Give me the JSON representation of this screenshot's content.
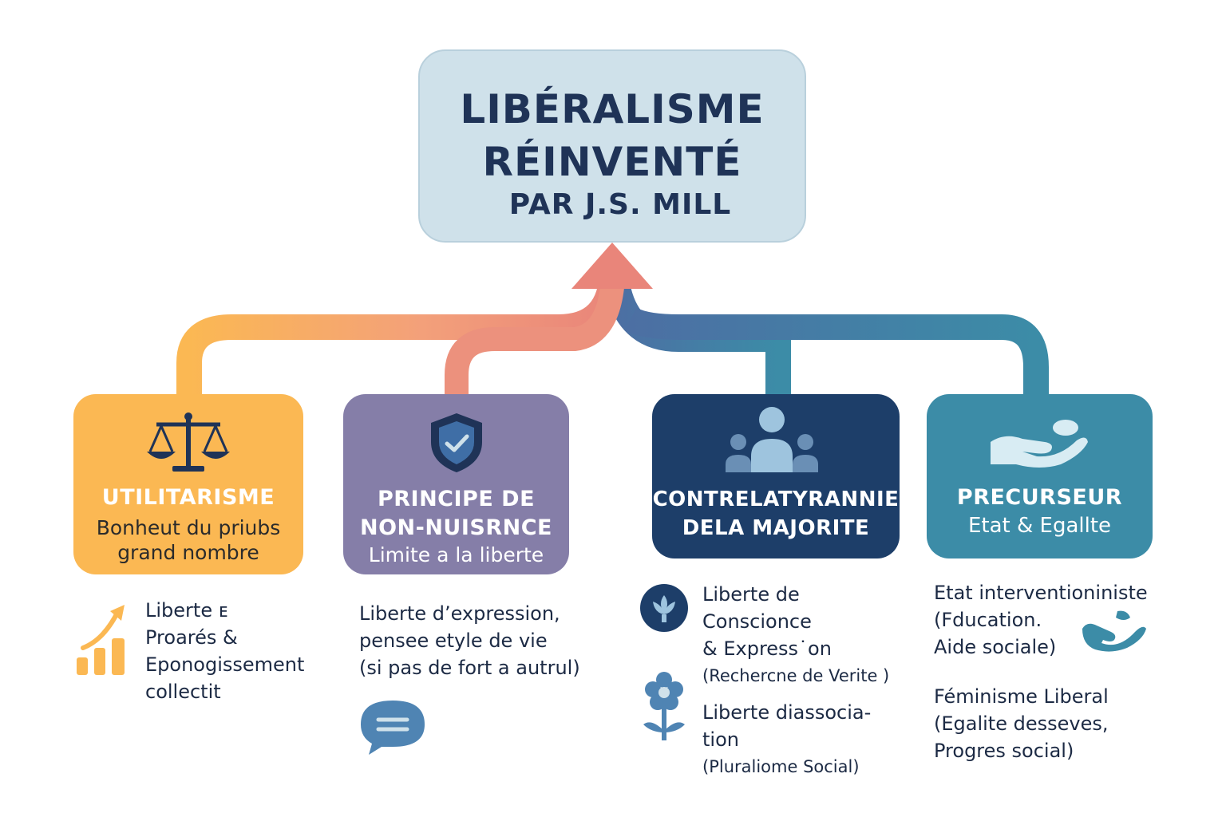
{
  "main": {
    "line1": "LIBÉRALISME",
    "line2": "RÉINVENTÉ",
    "line3": "PAR J.S. MILL"
  },
  "cards": [
    {
      "title": "UTILITARISME",
      "subtitle_1": "Bonheut du priubs",
      "subtitle_2": "grand nombre",
      "icon": "scales-icon",
      "color": "#fbb853"
    },
    {
      "title_1": "PRINCIPE DE",
      "title_2": "NON-NUISRNCE",
      "subtitle": "Limite a la liberte",
      "icon": "shield-check-icon",
      "color": "#857ea8"
    },
    {
      "title_1": "CONTRELATYRANNIE",
      "title_2": "DELA MAJORITE",
      "icon": "people-icon",
      "color": "#1d3e69"
    },
    {
      "title": "PRECURSEUR",
      "subtitle": "Etat & Egallte",
      "icon": "hand-icon",
      "color": "#3c8ca7"
    }
  ],
  "details": {
    "col1": [
      "Liberte ᴇ",
      "Proarés &",
      "Eponogissement",
      "collectit"
    ],
    "col2": [
      "Liberte d’expression,",
      "pensee  etyle de vie",
      "(si pas de fort a autrul)"
    ],
    "col3a": [
      "Liberte de",
      "Conscioncе",
      "& Express˙on"
    ],
    "col3a_note": "(Rechercne de Verite )",
    "col3b": [
      "Liberte diassocia-",
      "tion"
    ],
    "col3b_note": "(Pluraliome Social)",
    "col4a": [
      "Etat interventioniniste",
      "(Fducation.",
      "Aide sociale)"
    ],
    "col4b": [
      "Féminisme Liberal",
      "(Egalite desseves,",
      "Progres social)"
    ]
  }
}
